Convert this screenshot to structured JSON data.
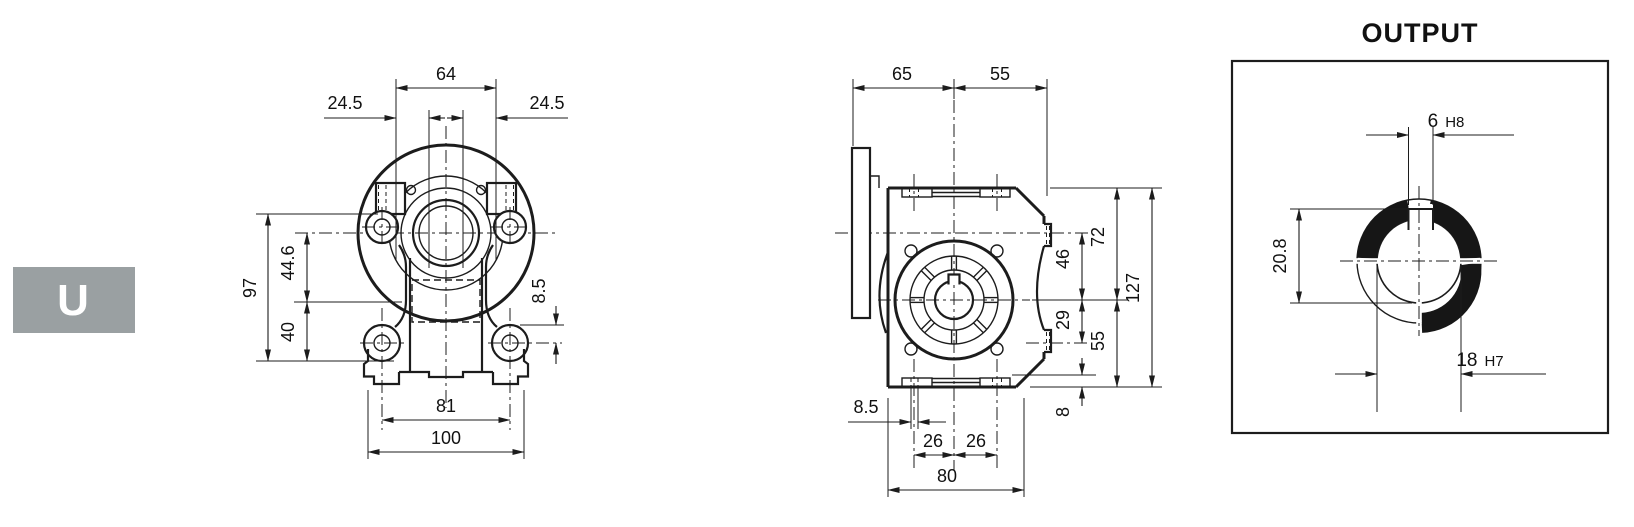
{
  "page": {
    "background": "#ffffff",
    "ink_color": "#1c1c1c"
  },
  "badge": {
    "label": "U",
    "bg": "#9aa0a2",
    "fg": "#ffffff"
  },
  "front_view": {
    "dims": {
      "flange_width": "64",
      "edge_left": "24.5",
      "edge_right": "24.5",
      "overall_height": "97",
      "center_to_waist": "44.6",
      "waist_to_base": "40",
      "foot_offset": "8.5",
      "foot_hole_span": "81",
      "base_width": "100"
    }
  },
  "side_view": {
    "dims": {
      "flange_side": "65",
      "housing_side": "55",
      "input_to_output": "46",
      "output_to_boss": "29",
      "top_to_output": "72",
      "output_to_base": "55",
      "overall_height": "127",
      "slot_width": "8.5",
      "slot_left": "26",
      "slot_right": "26",
      "pad_height": "8",
      "base_width": "80"
    }
  },
  "output_detail": {
    "title": "OUTPUT",
    "keyway_width": "6",
    "keyway_fit": "H8",
    "keyway_depth": "20.8",
    "bore_diameter": "18",
    "bore_fit": "H7"
  }
}
